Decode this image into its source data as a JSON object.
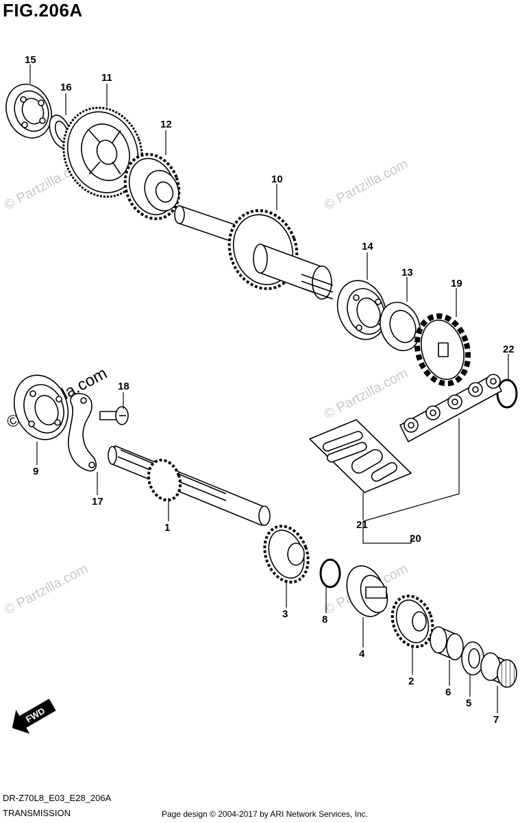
{
  "figure": {
    "title": "FIG.206A"
  },
  "footer": {
    "code": "DR-Z70L8_E03_E28_206A",
    "name": "TRANSMISSION",
    "copyright": "Page design © 2004-2017 by ARI Network Services, Inc."
  },
  "watermark": {
    "text": "© Partzilla.com"
  },
  "direction": {
    "label": "FWD",
    "icon": "forward-arrow-icon"
  },
  "callouts": [
    "1",
    "2",
    "3",
    "4",
    "5",
    "6",
    "7",
    "8",
    "9",
    "10",
    "11",
    "12",
    "13",
    "14",
    "15",
    "16",
    "17",
    "18",
    "19",
    "20",
    "21",
    "22"
  ]
}
